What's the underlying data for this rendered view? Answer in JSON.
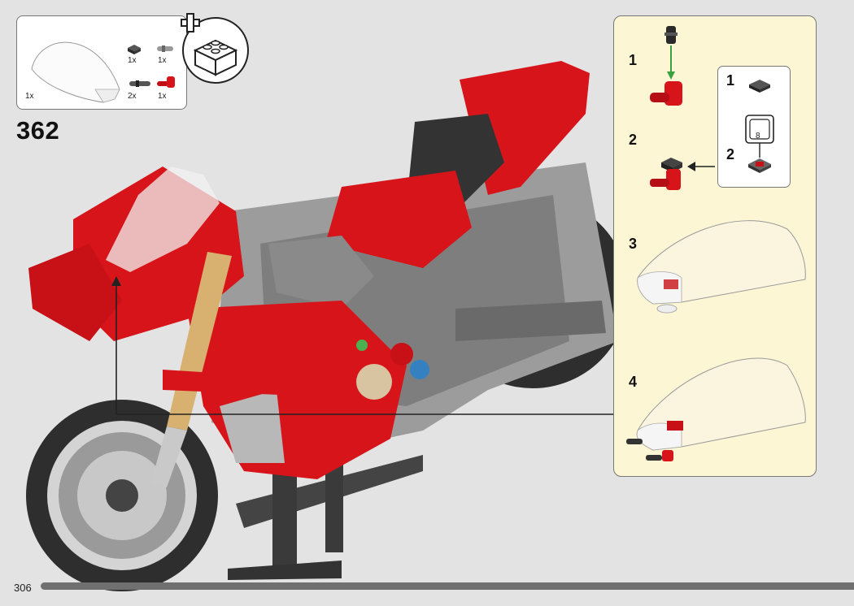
{
  "parts_list": {
    "items": [
      {
        "name": "windscreen-part",
        "qty": "1x"
      },
      {
        "name": "tile-1x1-dark",
        "qty": "1x"
      },
      {
        "name": "pin-grey",
        "qty": "1x"
      },
      {
        "name": "axle-pin-dark",
        "qty": "2x"
      },
      {
        "name": "connector-red",
        "qty": "1x"
      }
    ]
  },
  "step": {
    "number": "362"
  },
  "callout": {
    "substeps": [
      {
        "label": "1"
      },
      {
        "label": "2"
      },
      {
        "label": "3"
      },
      {
        "label": "4"
      }
    ],
    "inner": {
      "substeps": [
        {
          "label": "1"
        },
        {
          "label": "2"
        }
      ],
      "sticker_number": "8"
    }
  },
  "page": {
    "number": "306"
  },
  "colors": {
    "red": "#d8141b",
    "dark": "#3a3a3a",
    "callout_bg": "#fdf6d4",
    "green_arrow": "#3aa13f"
  }
}
